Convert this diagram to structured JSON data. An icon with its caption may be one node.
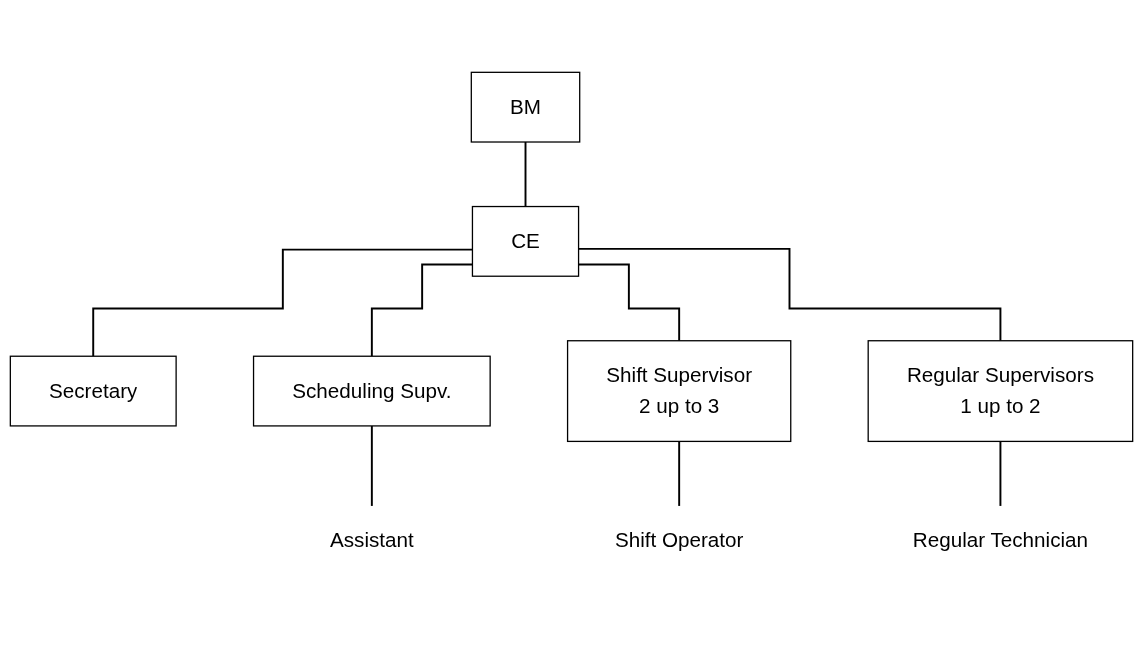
{
  "diagram": {
    "nodes": [
      {
        "text": [
          "BM"
        ]
      },
      {
        "text": [
          "CE"
        ]
      },
      {
        "text": [
          "Secretary"
        ]
      },
      {
        "text": [
          "Scheduling Supv."
        ]
      },
      {
        "text": [
          "Shift Supervisor",
          "2 up to 3"
        ]
      },
      {
        "text": [
          "Regular Supervisors",
          "1 up to 2"
        ]
      },
      {
        "text": [
          "Assistant"
        ]
      },
      {
        "text": [
          "Shift Operator"
        ]
      },
      {
        "text": [
          "Regular Technician"
        ]
      }
    ],
    "edges": [
      {
        "from": 0,
        "to": 1,
        "arrow": "none"
      },
      {
        "from": 1,
        "to": 2,
        "arrow": "none"
      },
      {
        "from": 1,
        "to": 3,
        "arrow": "none"
      },
      {
        "from": 1,
        "to": 4,
        "arrow": "none"
      },
      {
        "from": 1,
        "to": 5,
        "arrow": "none"
      },
      {
        "from": 3,
        "to": 6,
        "arrow": "none"
      },
      {
        "from": 4,
        "to": 7,
        "arrow": "none"
      },
      {
        "from": 5,
        "to": 8,
        "arrow": "none"
      }
    ]
  }
}
